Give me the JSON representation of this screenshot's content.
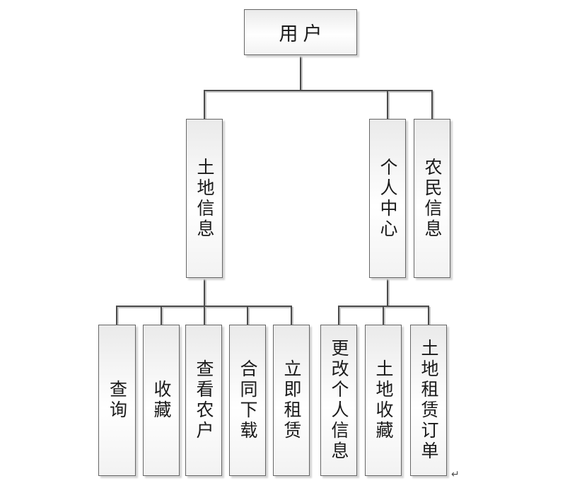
{
  "colors": {
    "line": "#4a4a4a",
    "box-border": "#666666",
    "box-fill-top": "#eaeaea",
    "box-fill-mid": "#ffffff",
    "box-fill-bottom": "#f2f2f2",
    "shadow": "#d4d4d4",
    "text": "#1a1a1a",
    "page-bg": "#ffffff"
  },
  "nodes": {
    "root": "用户",
    "level2": [
      "土地信息",
      "个人中心",
      "农民信息"
    ],
    "land_info_children": [
      "查询",
      "收藏",
      "查看农户",
      "合同下载",
      "立即租赁"
    ],
    "personal_center_children": [
      "更改个人信息",
      "土地收藏",
      "土地租赁订单"
    ]
  },
  "marks": {
    "paragraph_return": "↵"
  }
}
